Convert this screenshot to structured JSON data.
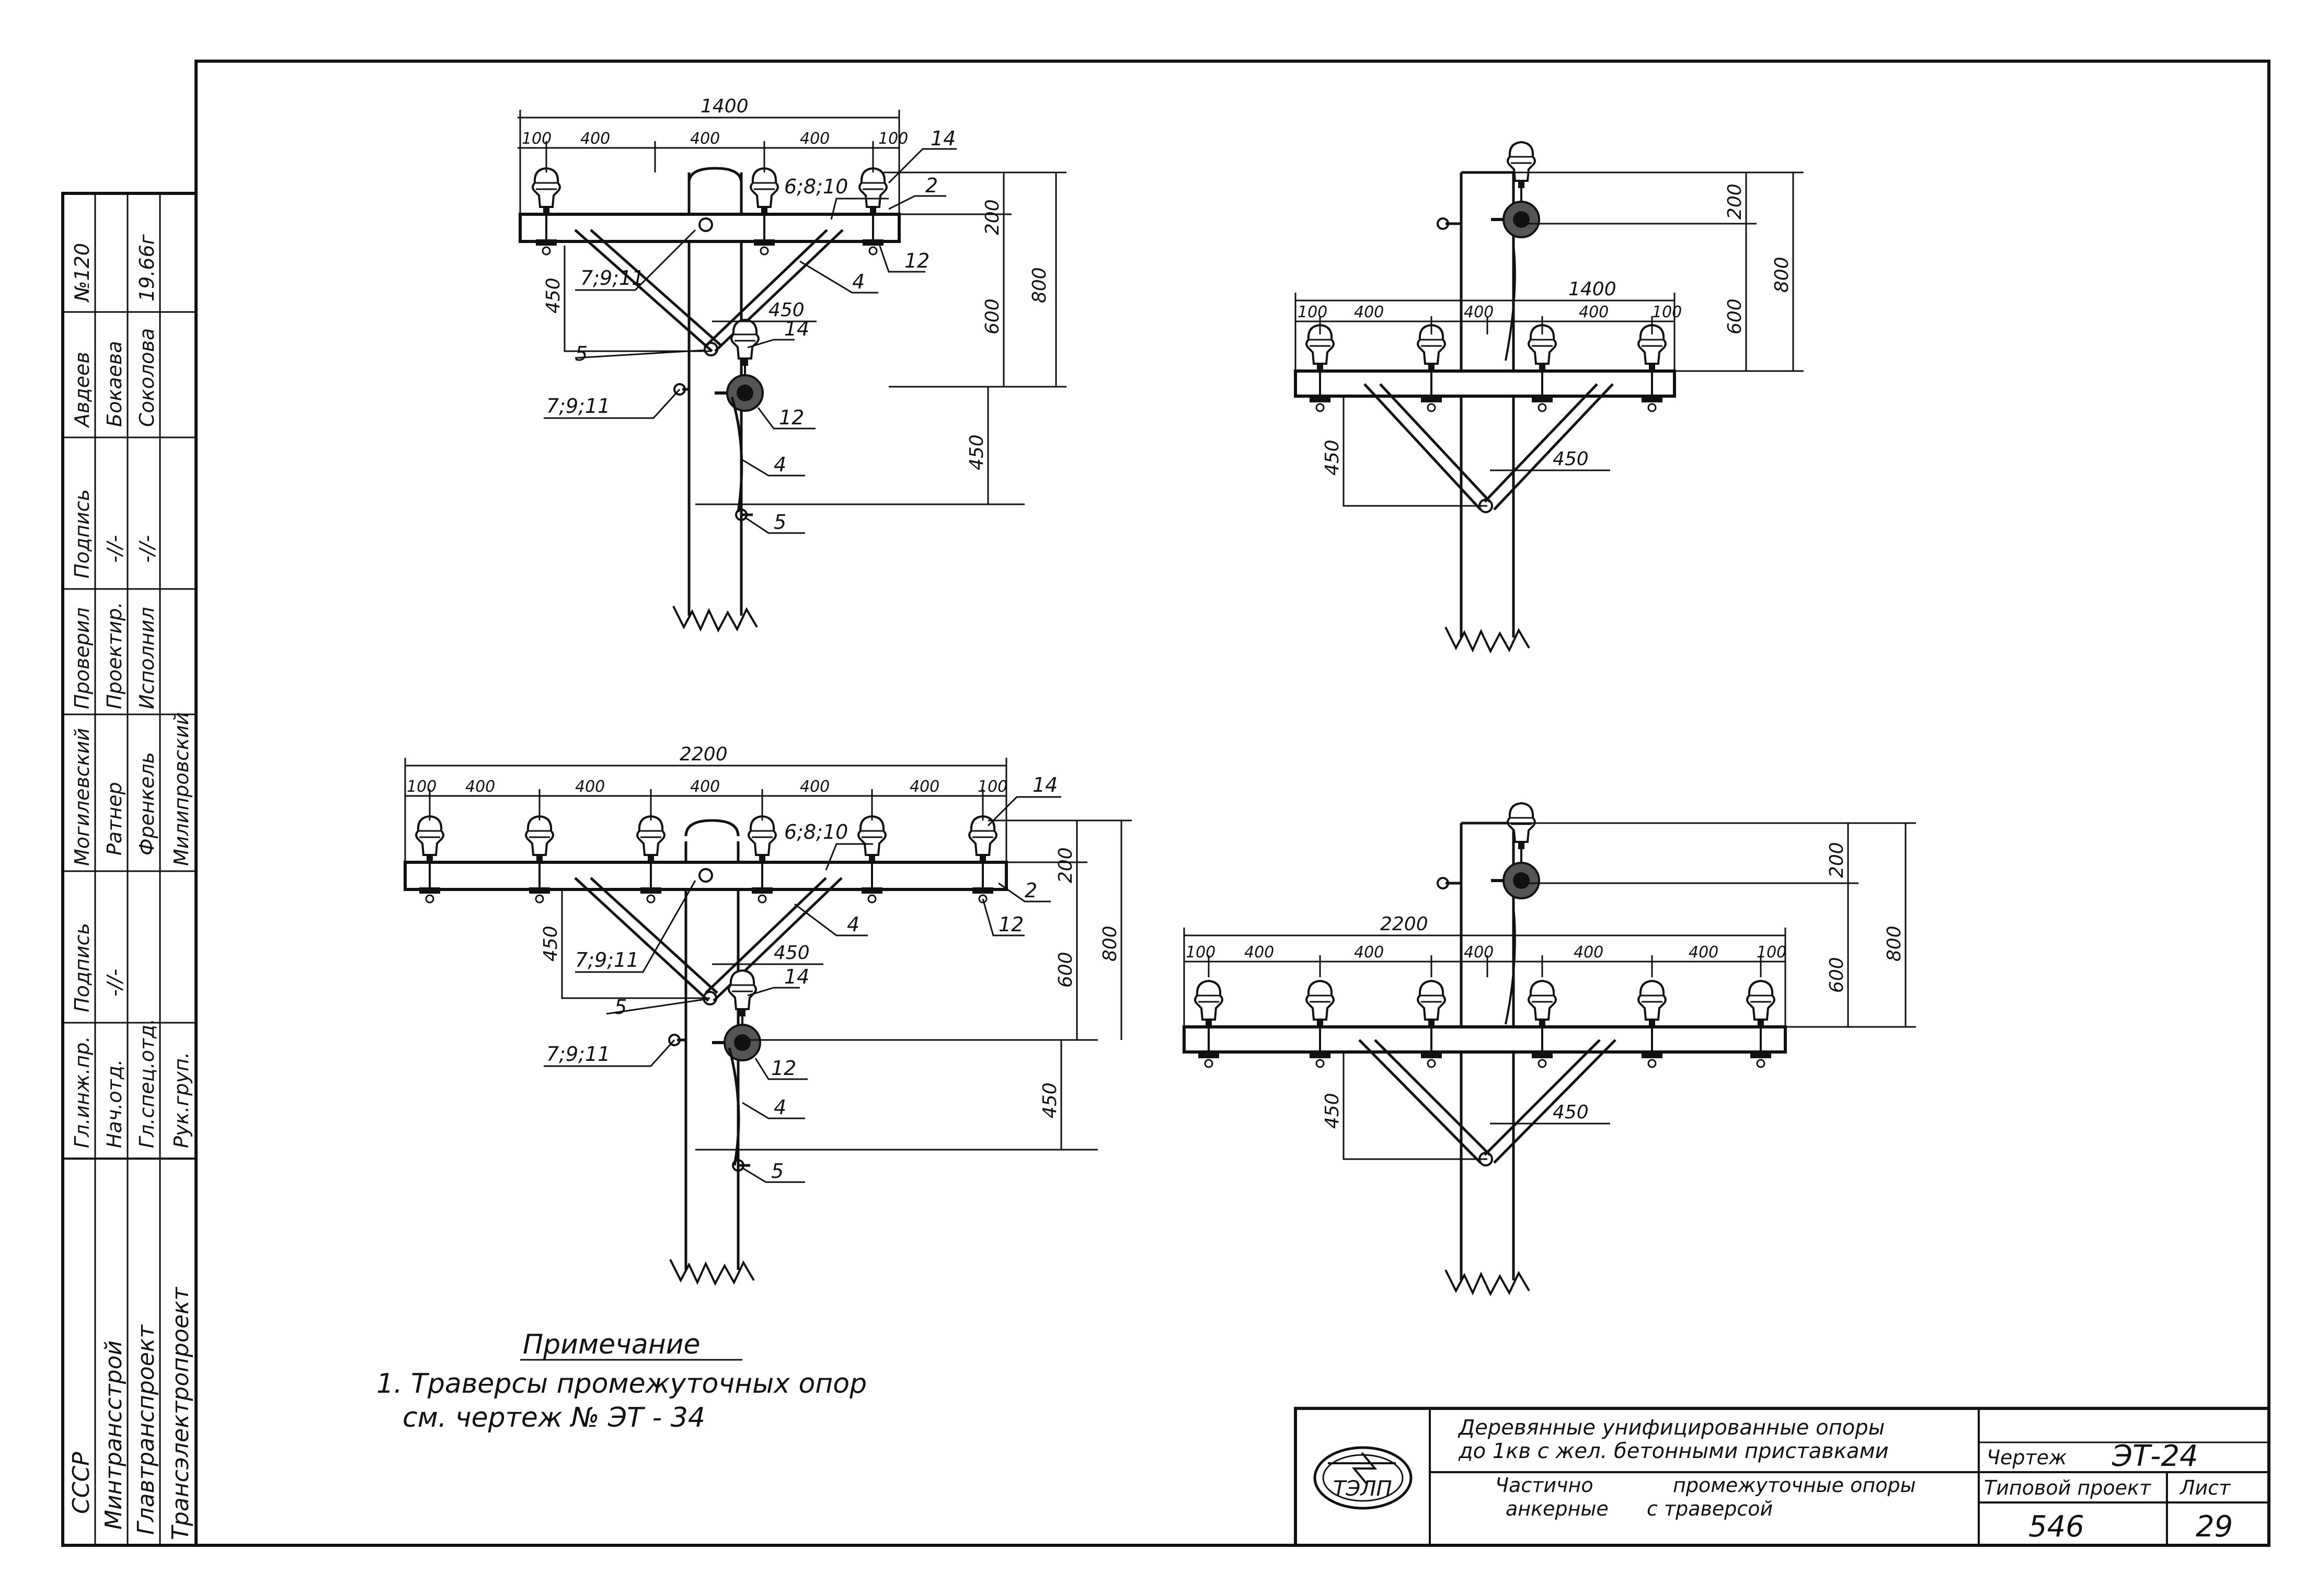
{
  "stamp": {
    "org": [
      "СССР",
      "Минтрансстрой",
      "Главтранспроект",
      "Трансэлектропроект"
    ],
    "roles": [
      "Гл.инж.пр.",
      "Нач.отд.",
      "Гл.спец.отд.",
      "Рук.груп."
    ],
    "names": [
      "Могилевский",
      "Ратнер",
      "Френкель",
      "Милипровский"
    ],
    "col_titles": [
      "Подпись",
      "Проверил",
      "Подпись"
    ],
    "checked": [
      "Проектир.",
      "Исполнил"
    ],
    "signatures": [
      "-//-",
      "-//-"
    ],
    "authors": [
      "Авдеев",
      "Бокаева",
      "Соколова"
    ],
    "date": "19.66г",
    "number": "№120",
    "sign_mark": "-//-"
  },
  "views": {
    "v1": {
      "overall": "1400",
      "segments": [
        "100",
        "400",
        "400",
        "400",
        "100"
      ],
      "vertical": [
        "200",
        "600",
        "800",
        "450"
      ],
      "diag": [
        "450",
        "450"
      ],
      "parts": [
        "14",
        "2",
        "12",
        "4",
        "5",
        "6;8;10",
        "7;9;11",
        "7;9;11"
      ]
    },
    "v2": {
      "overall": "1400",
      "segments": [
        "100",
        "400",
        "400",
        "400",
        "100"
      ],
      "vertical": [
        "200",
        "600",
        "800"
      ],
      "diag": [
        "450",
        "450"
      ]
    },
    "v3": {
      "overall": "2200",
      "segments": [
        "100",
        "400",
        "400",
        "400",
        "400",
        "400",
        "100"
      ],
      "vertical": [
        "200",
        "600",
        "800",
        "450"
      ],
      "diag": [
        "450",
        "450"
      ],
      "parts": [
        "14",
        "2",
        "12",
        "4",
        "14",
        "12",
        "4",
        "5",
        "5",
        "6;8;10",
        "7;9;11",
        "7;9;11"
      ]
    },
    "v4": {
      "overall": "2200",
      "segments": [
        "100",
        "400",
        "400",
        "400",
        "400",
        "400",
        "100"
      ],
      "vertical": [
        "200",
        "600",
        "800"
      ],
      "diag": [
        "450",
        "450"
      ]
    }
  },
  "notes": {
    "title": "Примечание",
    "line1": "1. Траверсы промежуточных опор",
    "line2": "см. чертеж № ЭТ - 34"
  },
  "title_block": {
    "logo": "ТЭЛП",
    "title1": "Деревянные унифицированные опоры",
    "title2": "до 1кв с жел. бетонными приставками",
    "subtitle1": "Частично",
    "subtitle2": "анкерные",
    "subtitle3": "промежуточные опоры",
    "subtitle4": "с траверсой",
    "drawing_label": "Чертеж",
    "drawing_no": "ЭТ-24",
    "project_label": "Типовой проект",
    "sheet_label": "Лист",
    "project_no": "546",
    "sheet_no": "29"
  }
}
